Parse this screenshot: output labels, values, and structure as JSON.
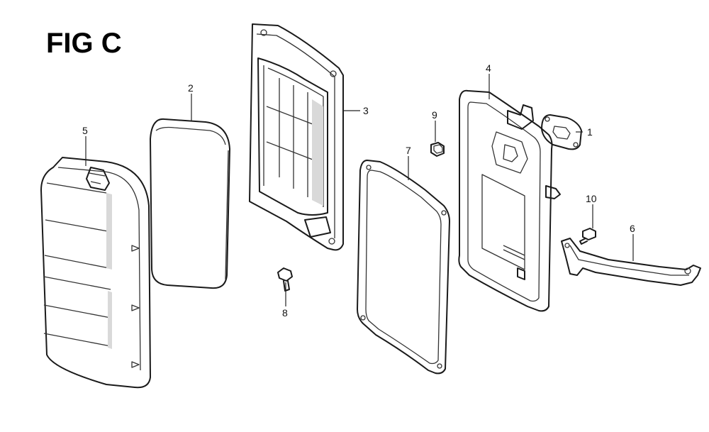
{
  "title": "FIG C",
  "callouts": {
    "c1": "1",
    "c2": "2",
    "c3": "3",
    "c4": "4",
    "c5": "5",
    "c6": "6",
    "c7": "7",
    "c8": "8",
    "c9": "9",
    "c10": "10"
  }
}
